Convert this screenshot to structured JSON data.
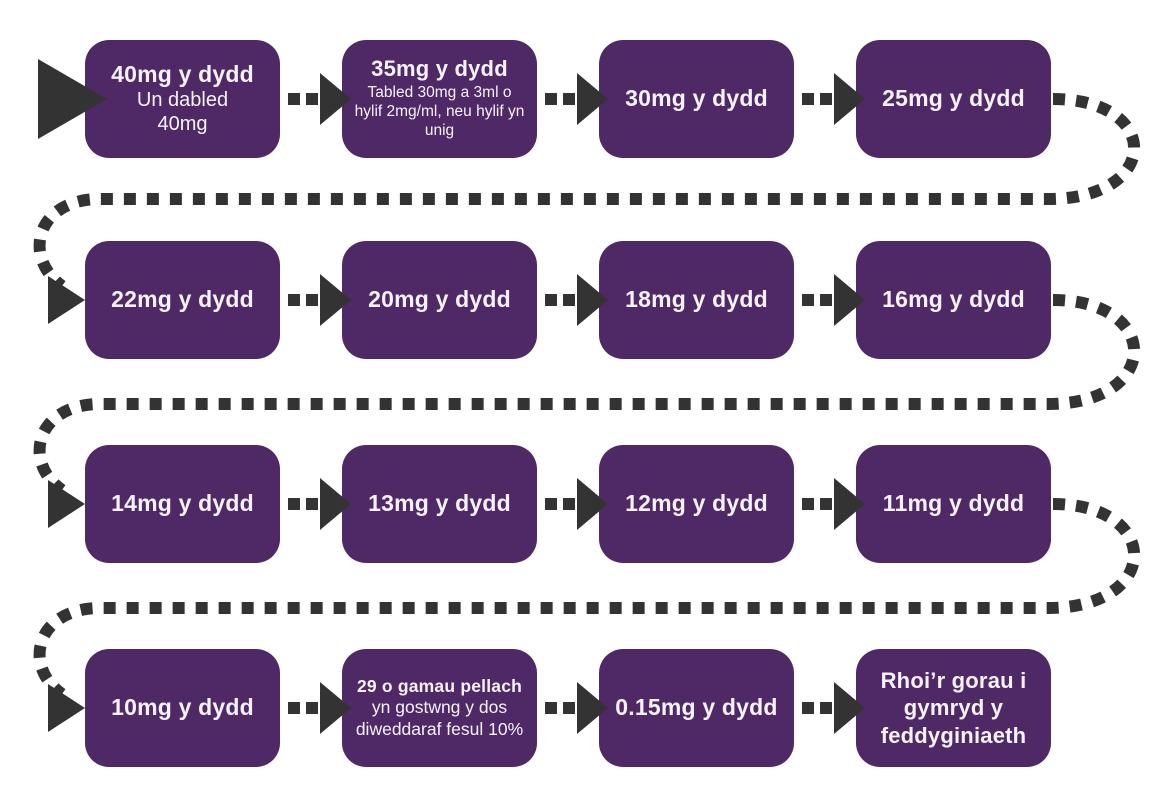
{
  "flowchart": {
    "description": "dosage-taper-flowchart",
    "colors": {
      "box": "#4E2966",
      "text": "#F6F2F8",
      "connector": "#333333",
      "background": "#FFFFFF"
    },
    "steps": [
      {
        "title": "40mg y dydd",
        "subtitle": "Un dabled 40mg"
      },
      {
        "title": "35mg y dydd",
        "subtitle": "Tabled 30mg a 3ml o hylif 2mg/ml, neu hylif yn unig"
      },
      {
        "title": "30mg y dydd"
      },
      {
        "title": "25mg y dydd"
      },
      {
        "title": "22mg y dydd"
      },
      {
        "title": "20mg y dydd"
      },
      {
        "title": "18mg y dydd"
      },
      {
        "title": "16mg y dydd"
      },
      {
        "title": "14mg y dydd"
      },
      {
        "title": "13mg y dydd"
      },
      {
        "title": "12mg y dydd"
      },
      {
        "title": "11mg y dydd"
      },
      {
        "title": "10mg y dydd"
      },
      {
        "title": "29 o gamau pellach",
        "subtitle": "yn gostwng y dos diweddaraf fesul 10%"
      },
      {
        "title": "0.15mg y dydd"
      },
      {
        "title": "Rhoi’r gorau i gymryd y feddyginiaeth"
      }
    ]
  }
}
